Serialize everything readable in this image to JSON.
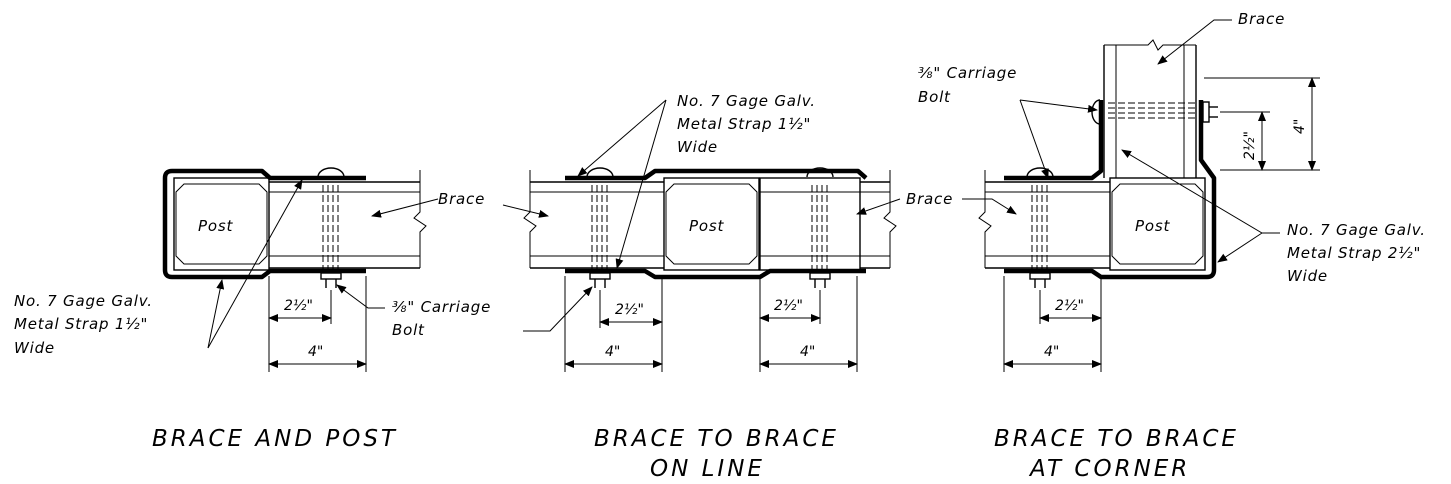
{
  "post_label": "Post",
  "brace_label": "Brace",
  "carriage_bolt_line1": "⅜\" Carriage",
  "carriage_bolt_line2": "Bolt",
  "strap15_line1": "No. 7 Gage Galv.",
  "strap15_line2": "Metal Strap 1½\"",
  "strap15_line3": "Wide",
  "strap25_line1": "No. 7 Gage Galv.",
  "strap25_line2": "Metal Strap 2½\"",
  "strap25_line3": "Wide",
  "dim_2_5": "2½\"",
  "dim_4": "4\"",
  "title_1": "BRACE AND POST",
  "title_2_line1": "BRACE TO BRACE",
  "title_2_line2": "ON LINE",
  "title_3_line1": "BRACE TO BRACE",
  "title_3_line2": "AT CORNER"
}
